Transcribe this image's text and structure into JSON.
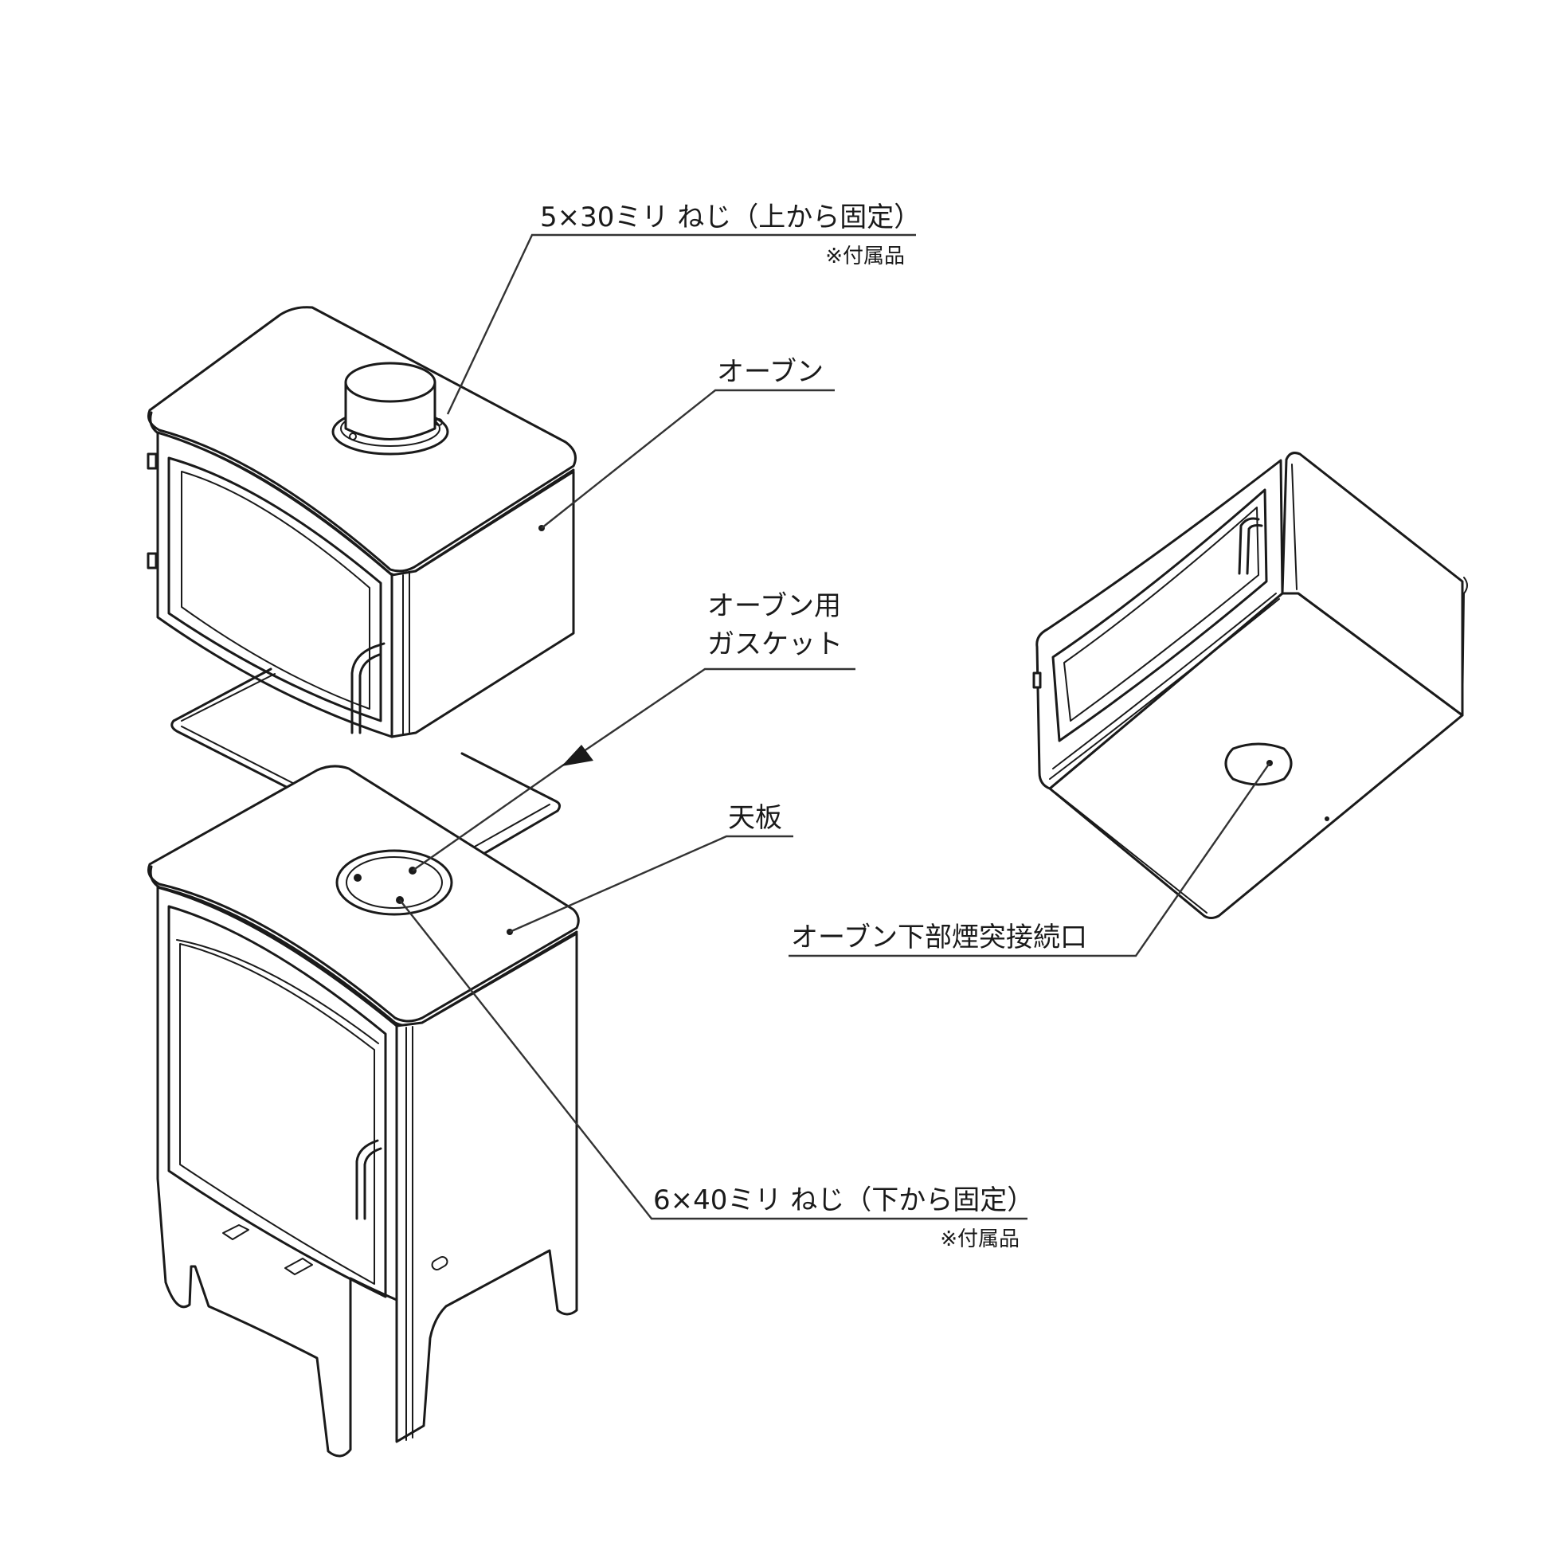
{
  "labels": {
    "screw_top": "5×30ミリ ねじ（上から固定）",
    "screw_top_note": "※付属品",
    "oven": "オーブン",
    "gasket_line1": "オーブン用",
    "gasket_line2": "ガスケット",
    "top_plate": "天板",
    "oven_flue": "オーブン下部煙突接続口",
    "screw_bottom": "6×40ミリ ねじ（下から固定）",
    "screw_bottom_note": "※付属品"
  },
  "colors": {
    "line": "#1a1a1a",
    "background": "#ffffff"
  }
}
